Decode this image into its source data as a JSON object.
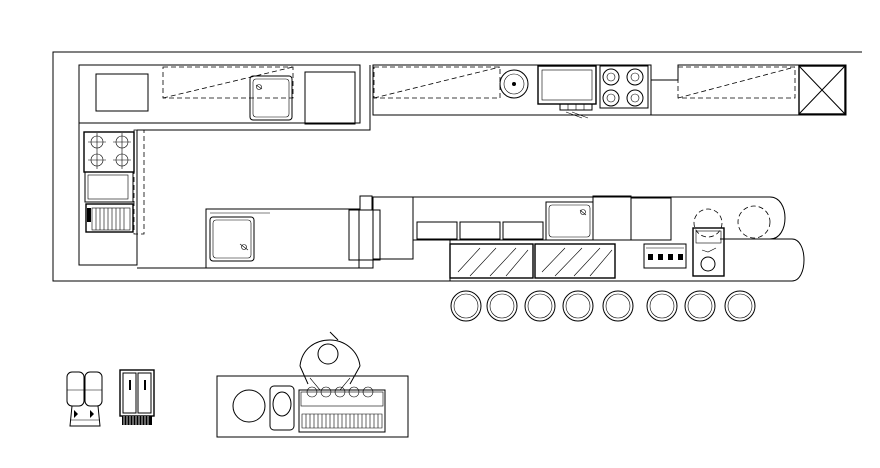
{
  "drawing": {
    "type": "kitchen floor plan",
    "background": "#ffffff",
    "line_color": "#000000",
    "bar_stool_count": 8,
    "wall_cabinet_count": 3,
    "display_case_count": 2,
    "burner_count": 4
  }
}
